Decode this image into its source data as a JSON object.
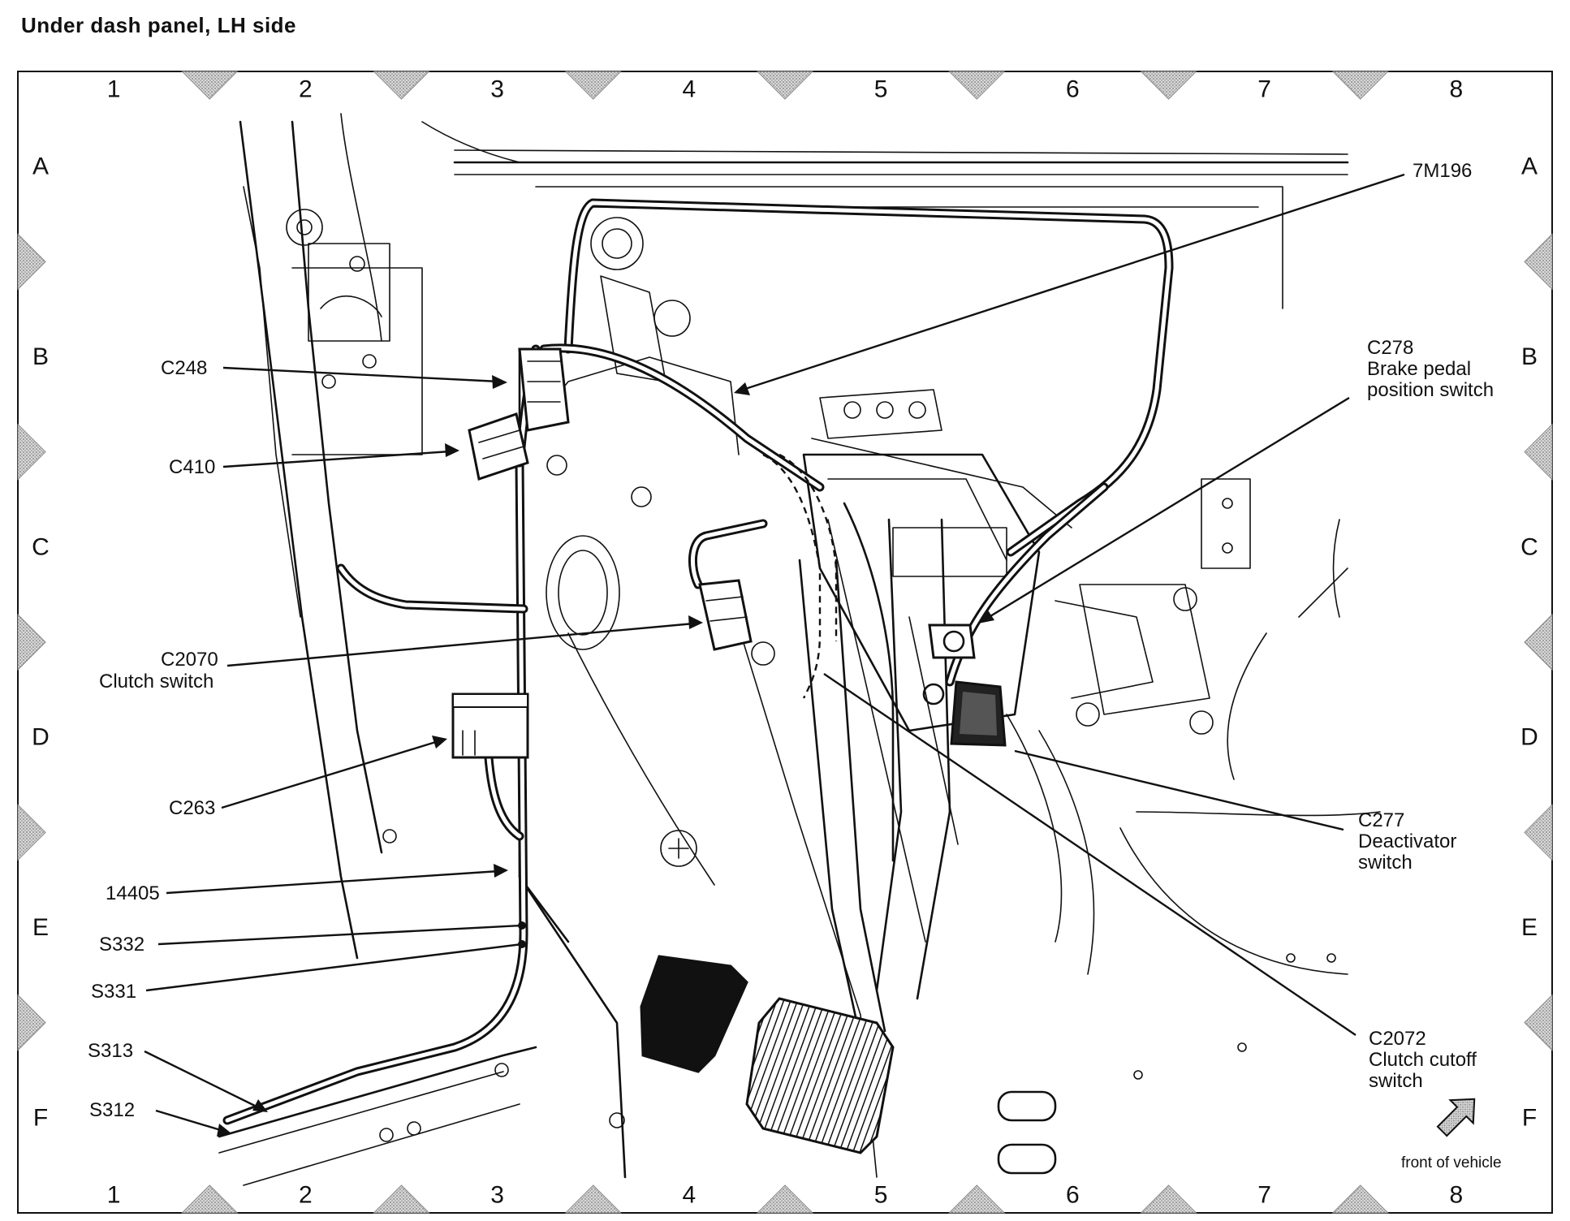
{
  "title": "Under dash panel, LH side",
  "grid": {
    "columns": [
      "1",
      "2",
      "3",
      "4",
      "5",
      "6",
      "7",
      "8"
    ],
    "rows": [
      "A",
      "B",
      "C",
      "D",
      "E",
      "F"
    ]
  },
  "callouts": {
    "c248": "C248",
    "c410": "C410",
    "c2070_id": "C2070",
    "c2070_desc": "Clutch switch",
    "c263": "C263",
    "n14405": "14405",
    "s332": "S332",
    "s331": "S331",
    "s313": "S313",
    "s312": "S312",
    "n7m196": "7M196",
    "c278_id": "C278",
    "c278_desc1": "Brake pedal",
    "c278_desc2": "position switch",
    "c277_id": "C277",
    "c277_desc1": "Deactivator",
    "c277_desc2": "switch",
    "c2072_id": "C2072",
    "c2072_desc1": "Clutch cutoff",
    "c2072_desc2": "switch"
  },
  "front_indicator": {
    "label": "front of vehicle",
    "icon": "front-arrow-icon"
  }
}
